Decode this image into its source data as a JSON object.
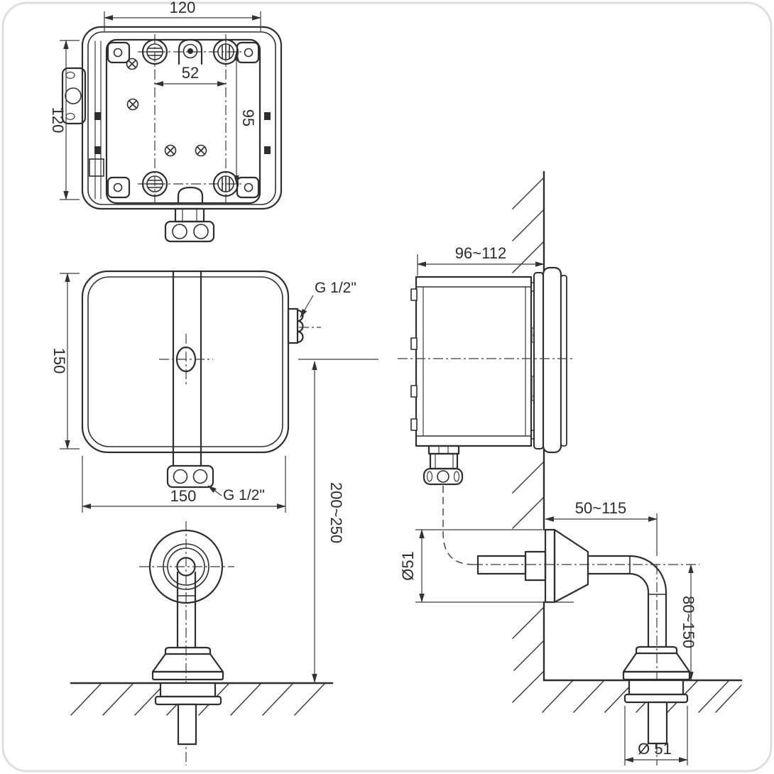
{
  "drawing": {
    "rear_view": {
      "width_top": "120",
      "height_left": "120",
      "hole_spacing_horizontal": "52",
      "hole_spacing_vertical": "95"
    },
    "front_view": {
      "height_left": "150",
      "width_bottom": "150",
      "top_inlet_thread": "G 1/2\"",
      "bottom_outlet_thread": "G 1/2\"",
      "center_to_floor": "200~250"
    },
    "side_view": {
      "recess_depth": "96~112",
      "spout_reach": "50~115",
      "flange_diameter": "Ø51",
      "pipe_drop": "80~150",
      "base_diameter": "Ø 51"
    }
  }
}
